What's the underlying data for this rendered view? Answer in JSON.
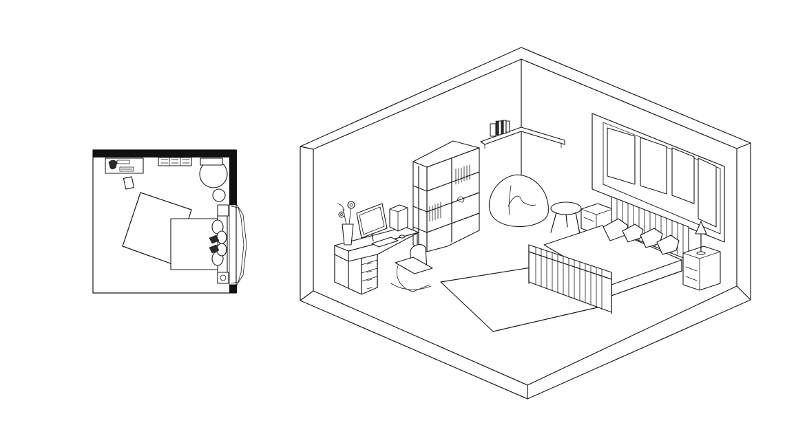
{
  "drawing": {
    "floor_plan": {
      "furniture": [
        "desk",
        "office-chair",
        "bookshelf",
        "round-table",
        "bean-bag",
        "rug",
        "double-bed",
        "nightstand",
        "nightstand",
        "bay-window"
      ]
    },
    "isometric_view": {
      "furniture": [
        "desk",
        "monitor",
        "keyboard",
        "flower-vase",
        "pc-tower",
        "office-chair",
        "bookshelf",
        "wall-shelf",
        "books",
        "bean-bag",
        "round-table",
        "nightstand",
        "bed",
        "pillows",
        "table-lamp",
        "nightstand",
        "rug",
        "window"
      ]
    },
    "colors": {
      "line": "#1a1a1a",
      "wall_fill": "#111111",
      "background": "#ffffff"
    }
  }
}
